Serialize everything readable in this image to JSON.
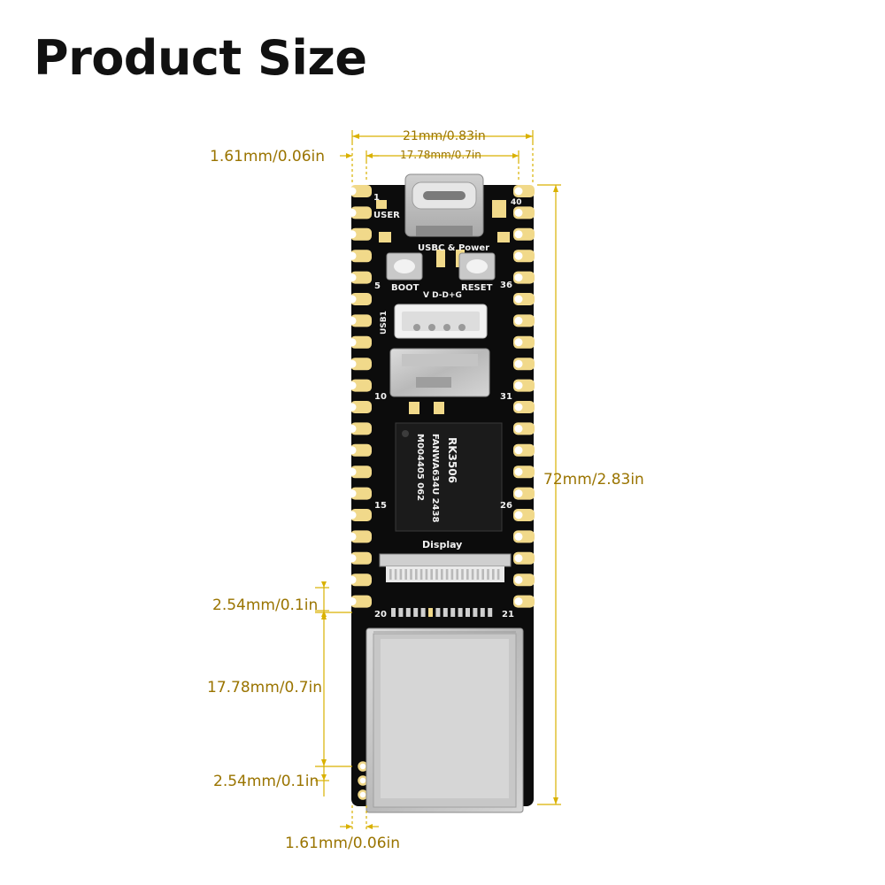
{
  "title": "Product Size",
  "colors": {
    "dimension": "#d9b100",
    "dimension_text": "#9a7400",
    "board": "#0c0c0c",
    "pad": "#f1d98a",
    "title": "#111111"
  },
  "dimensions": {
    "board_width": "21mm/0.83in",
    "row_spacing": "17.78mm/0.7in",
    "edge_offset_top": "1.61mm/0.06in",
    "board_length": "72mm/2.83in",
    "pin_pitch_upper": "2.54mm/0.1in",
    "mount_spacing": "17.78mm/0.7in",
    "pin_pitch_lower": "2.54mm/0.1in",
    "edge_offset_bottom": "1.61mm/0.06in"
  },
  "board_labels": {
    "user": "USER",
    "usb_power": "USBC & Power",
    "boot": "BOOT",
    "reset": "RESET",
    "vdg": "V D-D+G",
    "usb1": "USB1",
    "display": "Display",
    "chip_line1": "RK3506",
    "chip_line2": "FANWA634U 2438",
    "chip_line3": "M004405 062",
    "pin_1": "1",
    "pin_5": "5",
    "pin_10": "10",
    "pin_15": "15",
    "pin_20": "20",
    "pin_21": "21",
    "pin_26": "26",
    "pin_31": "31",
    "pin_36": "36",
    "pin_40": "40"
  }
}
